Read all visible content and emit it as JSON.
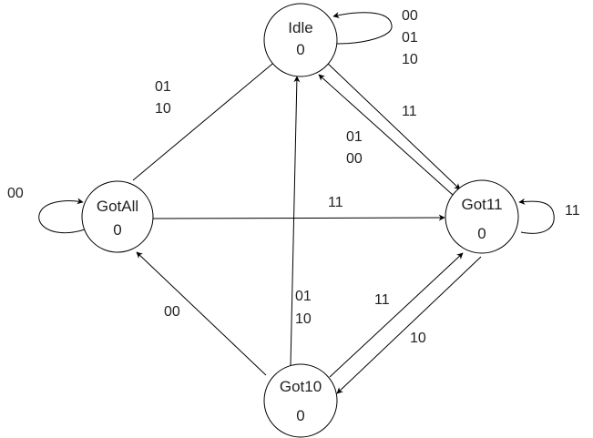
{
  "states": {
    "idle": {
      "name": "Idle",
      "output": "0"
    },
    "gotall": {
      "name": "GotAll",
      "output": "0"
    },
    "got11": {
      "name": "Got11",
      "output": "0"
    },
    "got10": {
      "name": "Got10",
      "output": "0"
    }
  },
  "labels": {
    "idle_self": [
      "00",
      "01",
      "10"
    ],
    "gotall_idle": [
      "01",
      "10"
    ],
    "idle_got11": "11",
    "got11_idle": [
      "01",
      "00"
    ],
    "gotall_self": "00",
    "gotall_got11": "11",
    "got11_self": "11",
    "got10_gotall": "00",
    "got10_idle": [
      "01",
      "10"
    ],
    "got10_got11": "11",
    "got11_got10": "10"
  },
  "colors": {
    "stroke": "#000000",
    "text": "#222222",
    "background": "#ffffff"
  }
}
